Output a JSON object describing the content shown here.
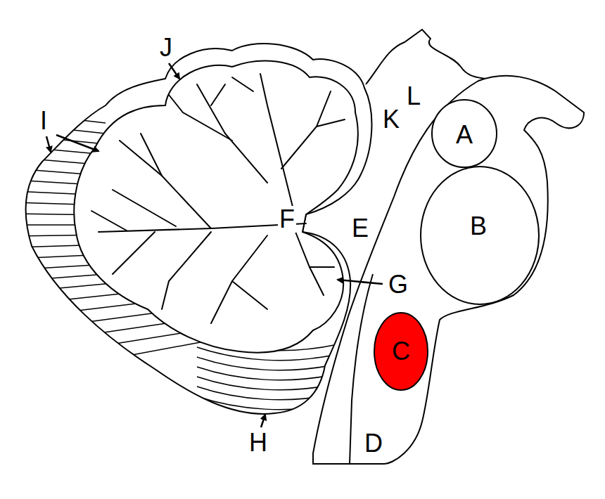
{
  "diagram": {
    "labels": [
      "J",
      "L",
      "K",
      "I",
      "A",
      "F",
      "E",
      "B",
      "G",
      "C",
      "H",
      "D"
    ]
  }
}
